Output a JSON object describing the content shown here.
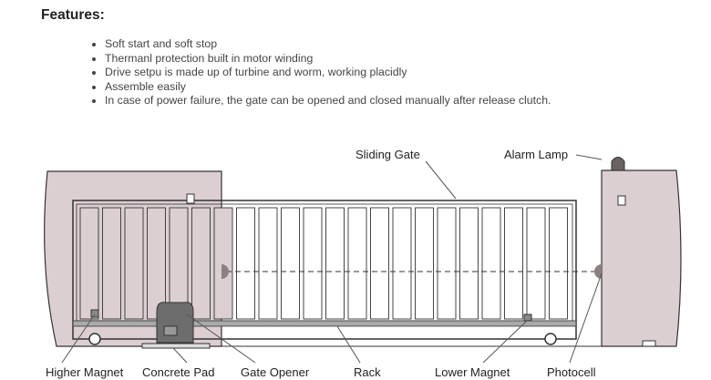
{
  "heading": "Features:",
  "features": [
    "Soft start and soft stop",
    "Thermanl protection built in motor winding",
    "Drive setpu is made up of turbine and worm, working placidly",
    "Assemble easily",
    "In case of power failure, the gate can be opened and closed manually after release clutch."
  ],
  "diagram": {
    "labels": {
      "sliding_gate": "Sliding Gate",
      "alarm_lamp": "Alarm Lamp",
      "higher_magnet": "Higher Magnet",
      "concrete_pad": "Concrete Pad",
      "gate_opener": "Gate Opener",
      "rack": "Rack",
      "lower_magnet": "Lower Magnet",
      "photocell": "Photocell"
    },
    "colors": {
      "wall": "#dccfd1",
      "line": "#333333"
    }
  }
}
